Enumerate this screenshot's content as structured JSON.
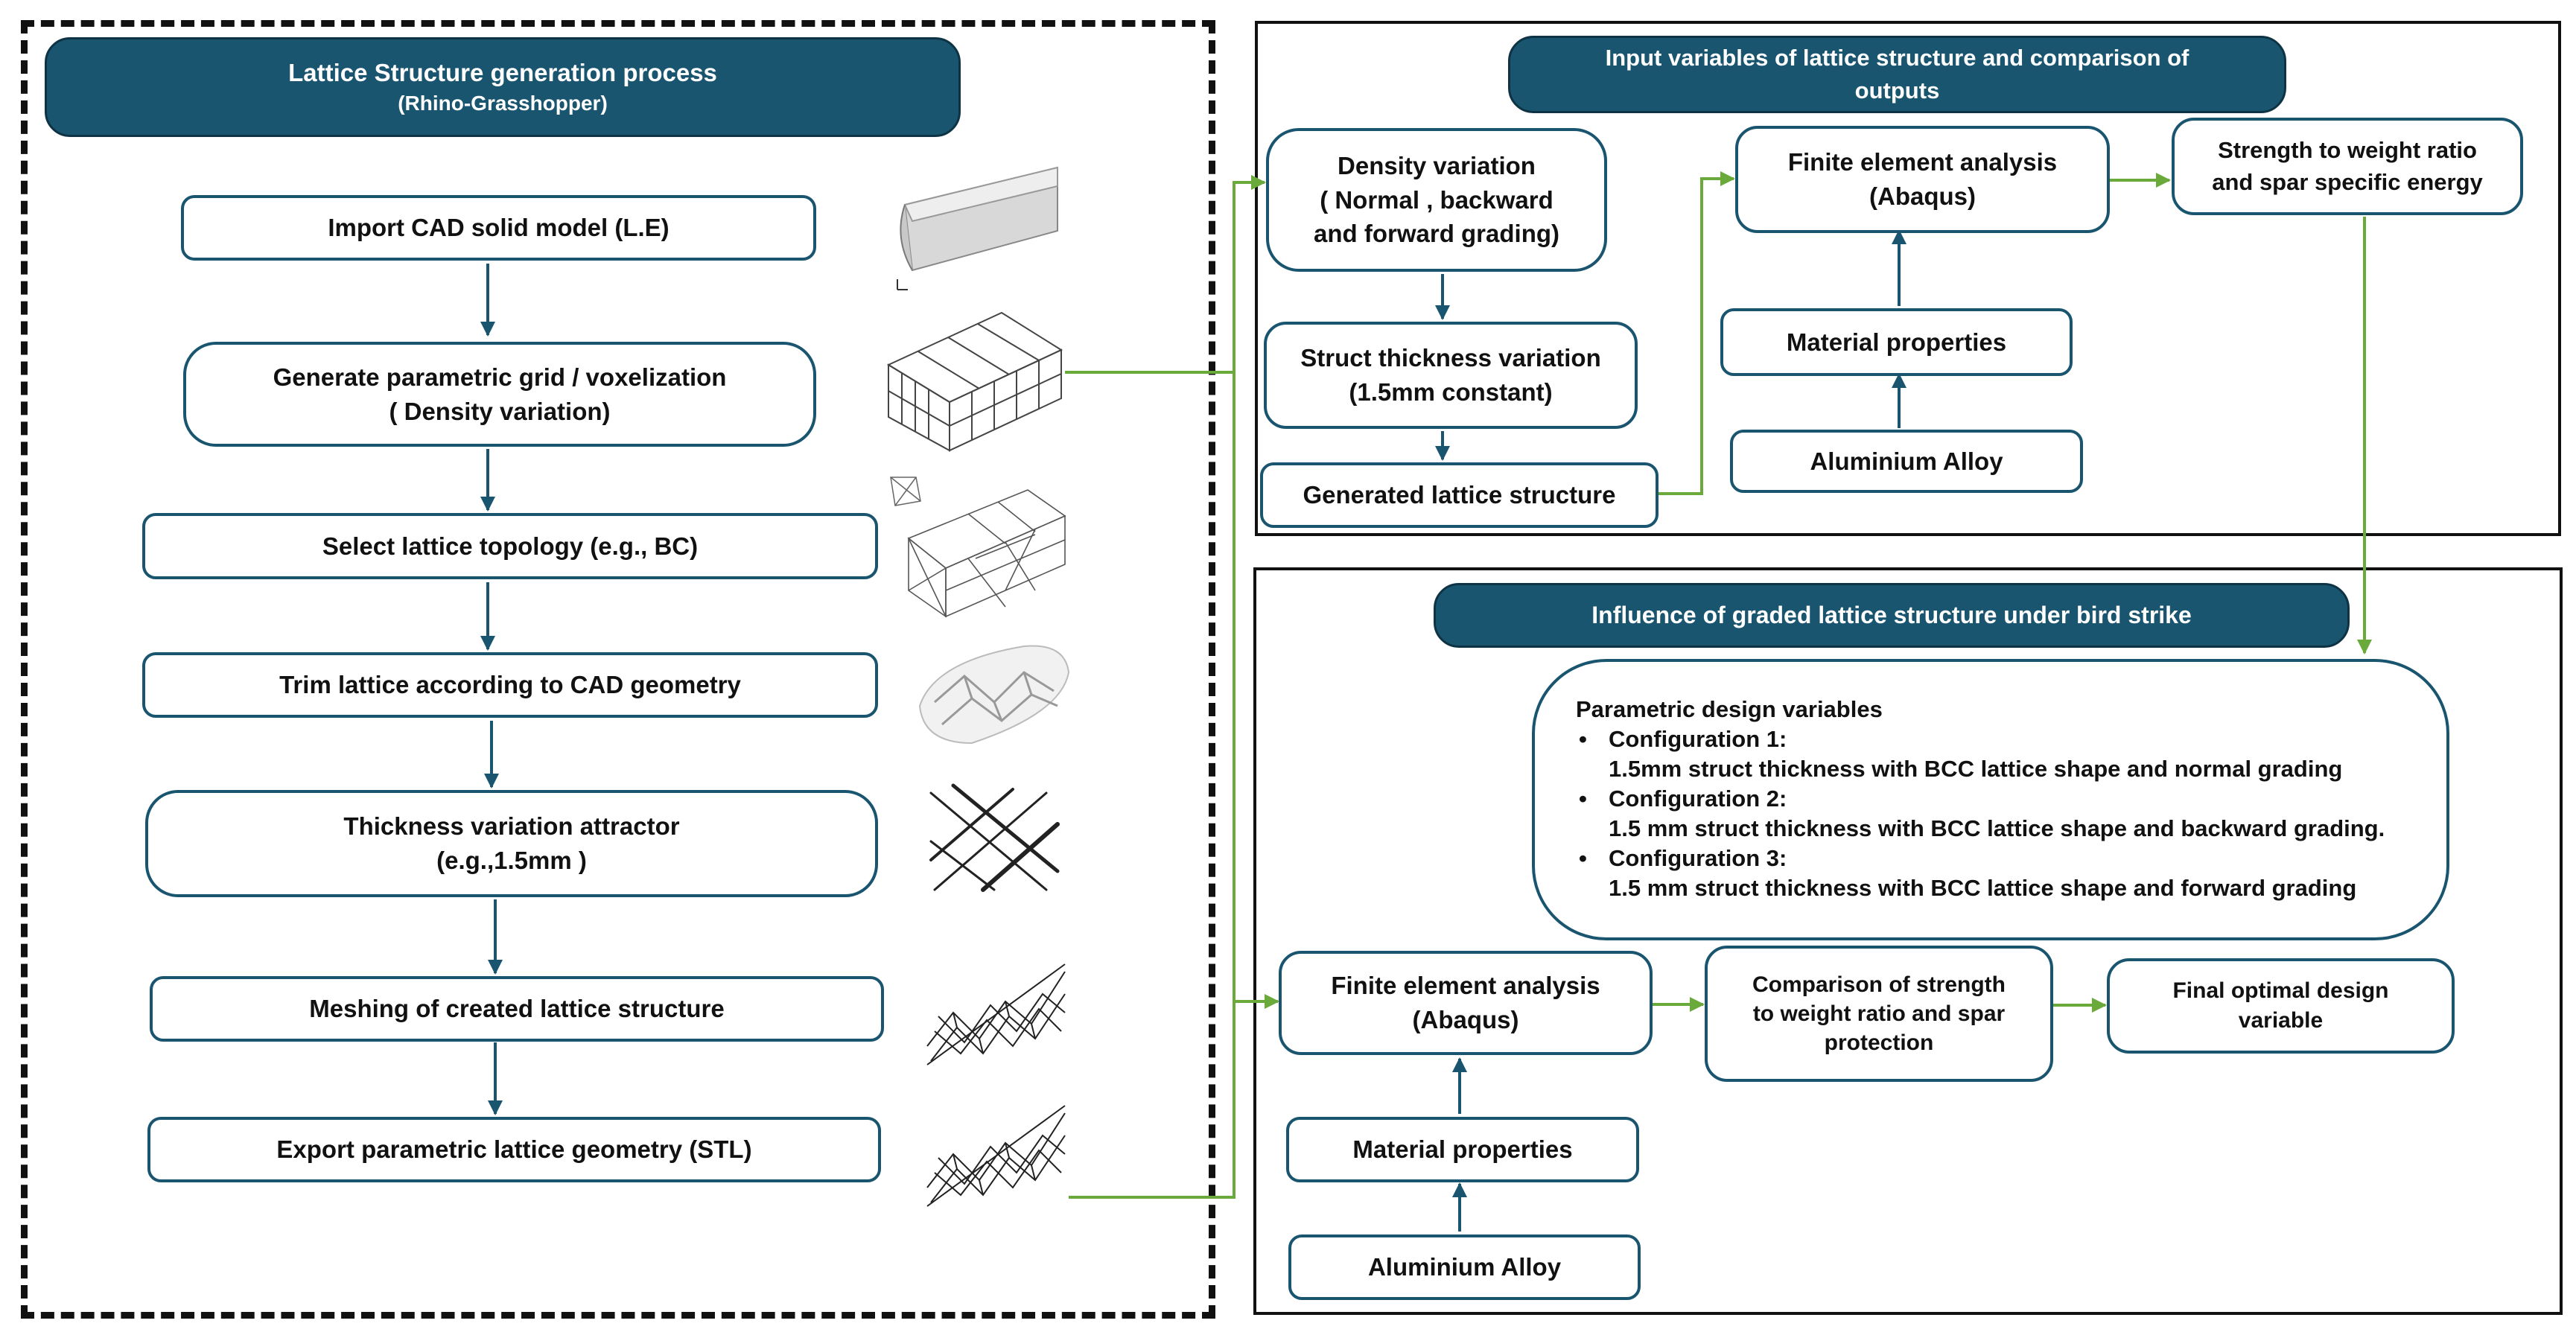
{
  "left_panel": {
    "title": "Lattice Structure generation process",
    "subtitle": "(Rhino-Grasshopper)",
    "steps": [
      {
        "line1": "Import CAD solid model (L.E)",
        "line2": ""
      },
      {
        "line1": "Generate parametric grid / voxelization",
        "line2": "( Density variation)"
      },
      {
        "line1": "Select lattice topology (e.g., BC)",
        "line2": ""
      },
      {
        "line1": "Trim lattice according to CAD geometry",
        "line2": ""
      },
      {
        "line1": "Thickness variation attractor",
        "line2": "(e.g.,1.5mm  )"
      },
      {
        "line1": "Meshing of created lattice structure",
        "line2": ""
      },
      {
        "line1": "Export parametric lattice geometry (STL)",
        "line2": ""
      }
    ]
  },
  "top_right_panel": {
    "title_line1": "Input variables of lattice structure and comparison of",
    "title_line2": "outputs",
    "density_variation": {
      "line1": "Density variation",
      "line2": "( Normal , backward",
      "line3": "and forward grading)"
    },
    "strut_thickness": {
      "line1": "Struct thickness variation",
      "line2": "(1.5mm constant)"
    },
    "generated_lattice": "Generated lattice structure",
    "fea": {
      "line1": "Finite element analysis",
      "line2": "(Abaqus)"
    },
    "material_properties": "Material properties",
    "aluminium_alloy": "Aluminium Alloy",
    "strength_ratio": {
      "line1": "Strength to weight ratio",
      "line2": "and spar specific energy"
    }
  },
  "bottom_right_panel": {
    "title": "Influence of graded lattice structure under bird strike",
    "parametric": {
      "heading": "Parametric design variables",
      "configs": [
        {
          "label": "Configuration 1:",
          "detail": "1.5mm struct thickness with BCC lattice shape and normal grading"
        },
        {
          "label": "Configuration 2:",
          "detail": "1.5 mm struct thickness with BCC lattice shape and backward grading."
        },
        {
          "label": "Configuration 3:",
          "detail": "1.5 mm struct thickness with BCC lattice shape and forward grading"
        }
      ]
    },
    "fea": {
      "line1": "Finite element analysis",
      "line2": "(Abaqus)"
    },
    "comparison": {
      "line1": "Comparison of strength",
      "line2": "to weight ratio and spar",
      "line3": "protection"
    },
    "final": {
      "line1": "Final optimal design",
      "line2": "variable"
    },
    "material_properties": "Material properties",
    "aluminium_alloy": "Aluminium Alloy"
  },
  "colors": {
    "header_fill": "#1a5570",
    "box_border": "#1a5570",
    "flow_arrow": "#1a5570",
    "link_arrow": "#6aaa3a"
  },
  "thumbnail_icons": [
    "leading-edge-cad-image",
    "voxel-grid-image",
    "lattice-topology-image",
    "trimmed-lattice-image",
    "strut-attractor-image",
    "meshed-lattice-image",
    "stl-lattice-image"
  ]
}
